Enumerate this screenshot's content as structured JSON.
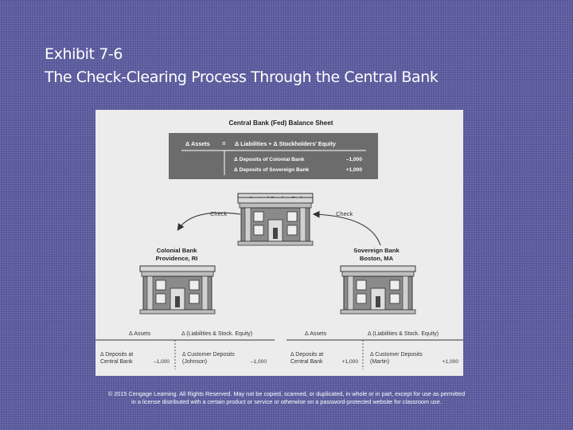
{
  "slide": {
    "exhibit": "Exhibit 7-6",
    "title": "The Check-Clearing Process Through the Central Bank",
    "copyright_line1": "© 2015 Cengage Learning. All Rights Reserved. May not be copied, scanned, or duplicated, in whole or in part, except for use as permitted",
    "copyright_line2": "in a license distributed with a certain product or service or otherwise on a password-protected website for classroom use."
  },
  "fed_sheet": {
    "title": "Central Bank (Fed) Balance Sheet",
    "header_assets": "Δ Assets",
    "header_equals": "=",
    "header_liabilities": "Δ Liabilities + Δ Stockholders' Equity",
    "rows": [
      {
        "label": "Δ Deposits of Colonial Bank",
        "value": "–1,000"
      },
      {
        "label": "Δ Deposits of Sovereign Bank",
        "value": "+1,000"
      }
    ]
  },
  "central_bank": {
    "label": "Central Bank – Fed"
  },
  "arrows": {
    "left_label": "Check",
    "right_label": "Check"
  },
  "colonial": {
    "name_line1": "Colonial Bank",
    "name_line2": "Providence, RI",
    "t_assets": "Δ Assets",
    "t_liab": "Δ (Liabilities & Stock. Equity)",
    "asset_line1": "Δ Deposits at",
    "asset_line2": "Central Bank",
    "asset_value": "–1,000",
    "liab_line1": "Δ Customer Deposits",
    "liab_line2": "(Johnson)",
    "liab_value": "–1,000"
  },
  "sovereign": {
    "name_line1": "Sovereign Bank",
    "name_line2": "Boston, MA",
    "t_assets": "Δ Assets",
    "t_liab": "Δ (Liabilities & Stock. Equity)",
    "asset_line1": "Δ Deposits at",
    "asset_line2": "Central Bank",
    "asset_value": "+1,000",
    "liab_line1": "Δ Customer Deposits",
    "liab_line2": "(Martin)",
    "liab_value": "+1,000"
  },
  "colors": {
    "background": "#56569a",
    "figure_bg": "#ececec",
    "sheet_box": "#6c6c6c",
    "building": "#8a8a8a"
  }
}
